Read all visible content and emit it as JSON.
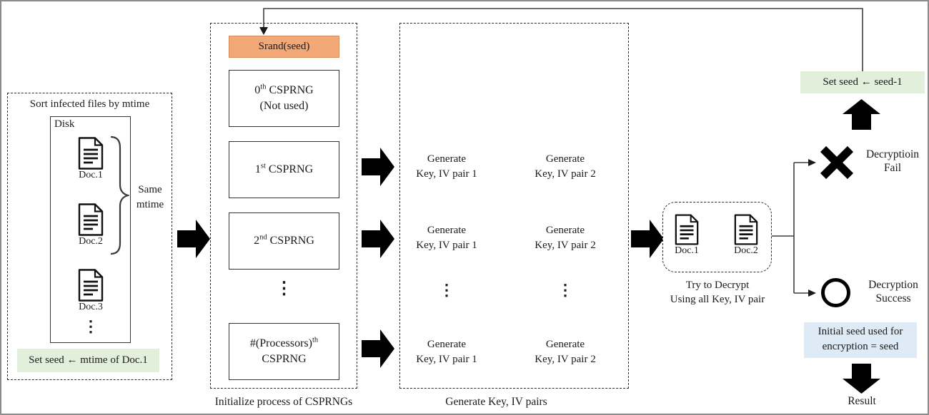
{
  "diagram": {
    "colors": {
      "orange": "#F3A877",
      "green": "#E2EFDA",
      "blue": "#DEEBF7",
      "line": "#3f3f3f"
    },
    "left_panel": {
      "title": "Sort infected files by mtime",
      "disk_label": "Disk",
      "docs": [
        "Doc.1",
        "Doc.2",
        "Doc.3"
      ],
      "ellipsis": "⋮",
      "brace_label_line1": "Same",
      "brace_label_line2": "mtime",
      "seed_note": "Set seed ← mtime of Doc.1"
    },
    "csprng_panel": {
      "srand_label": "Srand(seed)",
      "boxes": [
        {
          "prefix": "0",
          "sup": "th",
          "suffix": " CSPRNG",
          "note": "(Not used)"
        },
        {
          "prefix": "1",
          "sup": "st",
          "suffix": " CSPRNG",
          "note": ""
        },
        {
          "prefix": "2",
          "sup": "nd",
          "suffix": " CSPRNG",
          "note": ""
        },
        {
          "prefix": "#(Processors)",
          "sup": "th",
          "suffix": "",
          "note": "CSPRNG"
        }
      ],
      "ellipsis": "⋮",
      "caption": "Initialize  process of CSPRNGs"
    },
    "generate_panel": {
      "rows": [
        {
          "left_line1": "Generate",
          "left_line2": "Key, IV pair 1",
          "right_line1": "Generate",
          "right_line2": "Key, IV pair 2"
        },
        {
          "left_line1": "Generate",
          "left_line2": "Key, IV pair 1",
          "right_line1": "Generate",
          "right_line2": "Key, IV pair 2"
        },
        {
          "left_line1": "Generate",
          "left_line2": "Key, IV pair 1",
          "right_line1": "Generate",
          "right_line2": "Key, IV pair 2"
        }
      ],
      "ellipsis": "⋮",
      "caption": "Generate Key, IV pairs"
    },
    "decrypt_box": {
      "docs": [
        "Doc.1",
        "Doc.2"
      ],
      "caption_line1": "Try to Decrypt",
      "caption_line2": "Using all Key, IV pair"
    },
    "outcomes": {
      "fail_line1": "Decryptioin",
      "fail_line2": "Fail",
      "success_line1": "Decryption",
      "success_line2": "Success",
      "retry_note": "Set seed ← seed-1",
      "seed_result_line1": "Initial seed used for",
      "seed_result_line2": "encryption = seed",
      "result_label": "Result"
    }
  }
}
